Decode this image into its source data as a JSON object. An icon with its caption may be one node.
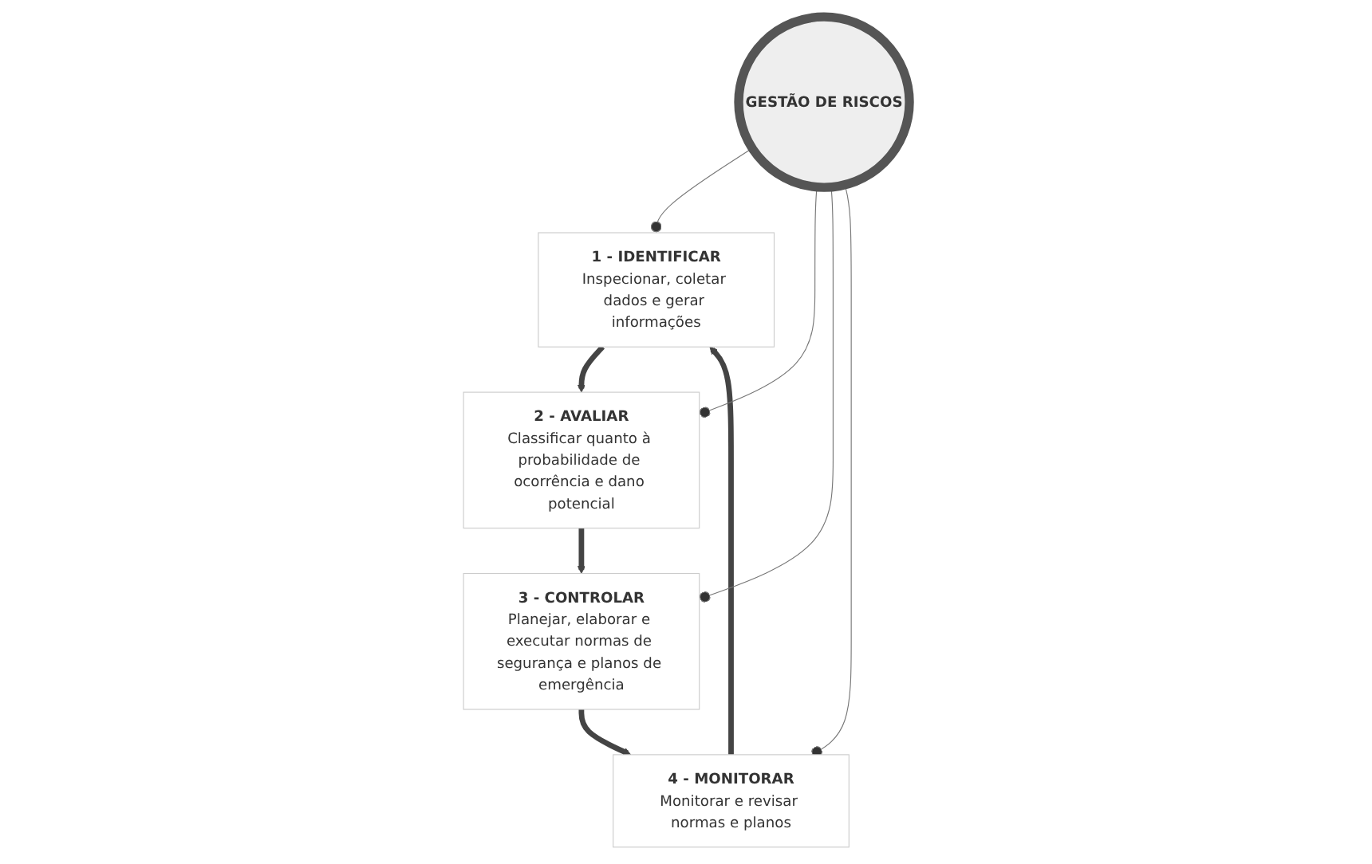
{
  "diagram": {
    "nodes": [
      {
        "text": [
          "GESTÃO DE RISCOS"
        ]
      },
      {
        "text": [
          "1 - IDENTIFICAR",
          "Inspecionar, coletar dados e gerar informações"
        ]
      },
      {
        "text": [
          "2 - AVALIAR",
          "Classificar quanto à probabilidade de ocorrência e dano potencial"
        ]
      },
      {
        "text": [
          "3 - CONTROLAR",
          "Planejar, elaborar e executar normas de segurança e planos de emergência"
        ]
      },
      {
        "text": [
          "4 - MONITORAR",
          "Monitorar e revisar normas e planos"
        ]
      }
    ],
    "edges": [
      {
        "from": 1,
        "to": 2,
        "arrow": "to",
        "style": "thick"
      },
      {
        "from": 2,
        "to": 3,
        "arrow": "to",
        "style": "thick"
      },
      {
        "from": 3,
        "to": 4,
        "arrow": "to",
        "style": "thick"
      },
      {
        "from": 4,
        "to": 1,
        "arrow": "to",
        "style": "thick"
      },
      {
        "from": 0,
        "to": 1,
        "arrow": "other",
        "color": "#777777"
      },
      {
        "from": 0,
        "to": 2,
        "arrow": "other",
        "color": "#777777"
      },
      {
        "from": 0,
        "to": 3,
        "arrow": "other",
        "color": "#777777"
      },
      {
        "from": 0,
        "to": 4,
        "arrow": "other",
        "color": "#777777"
      }
    ]
  }
}
